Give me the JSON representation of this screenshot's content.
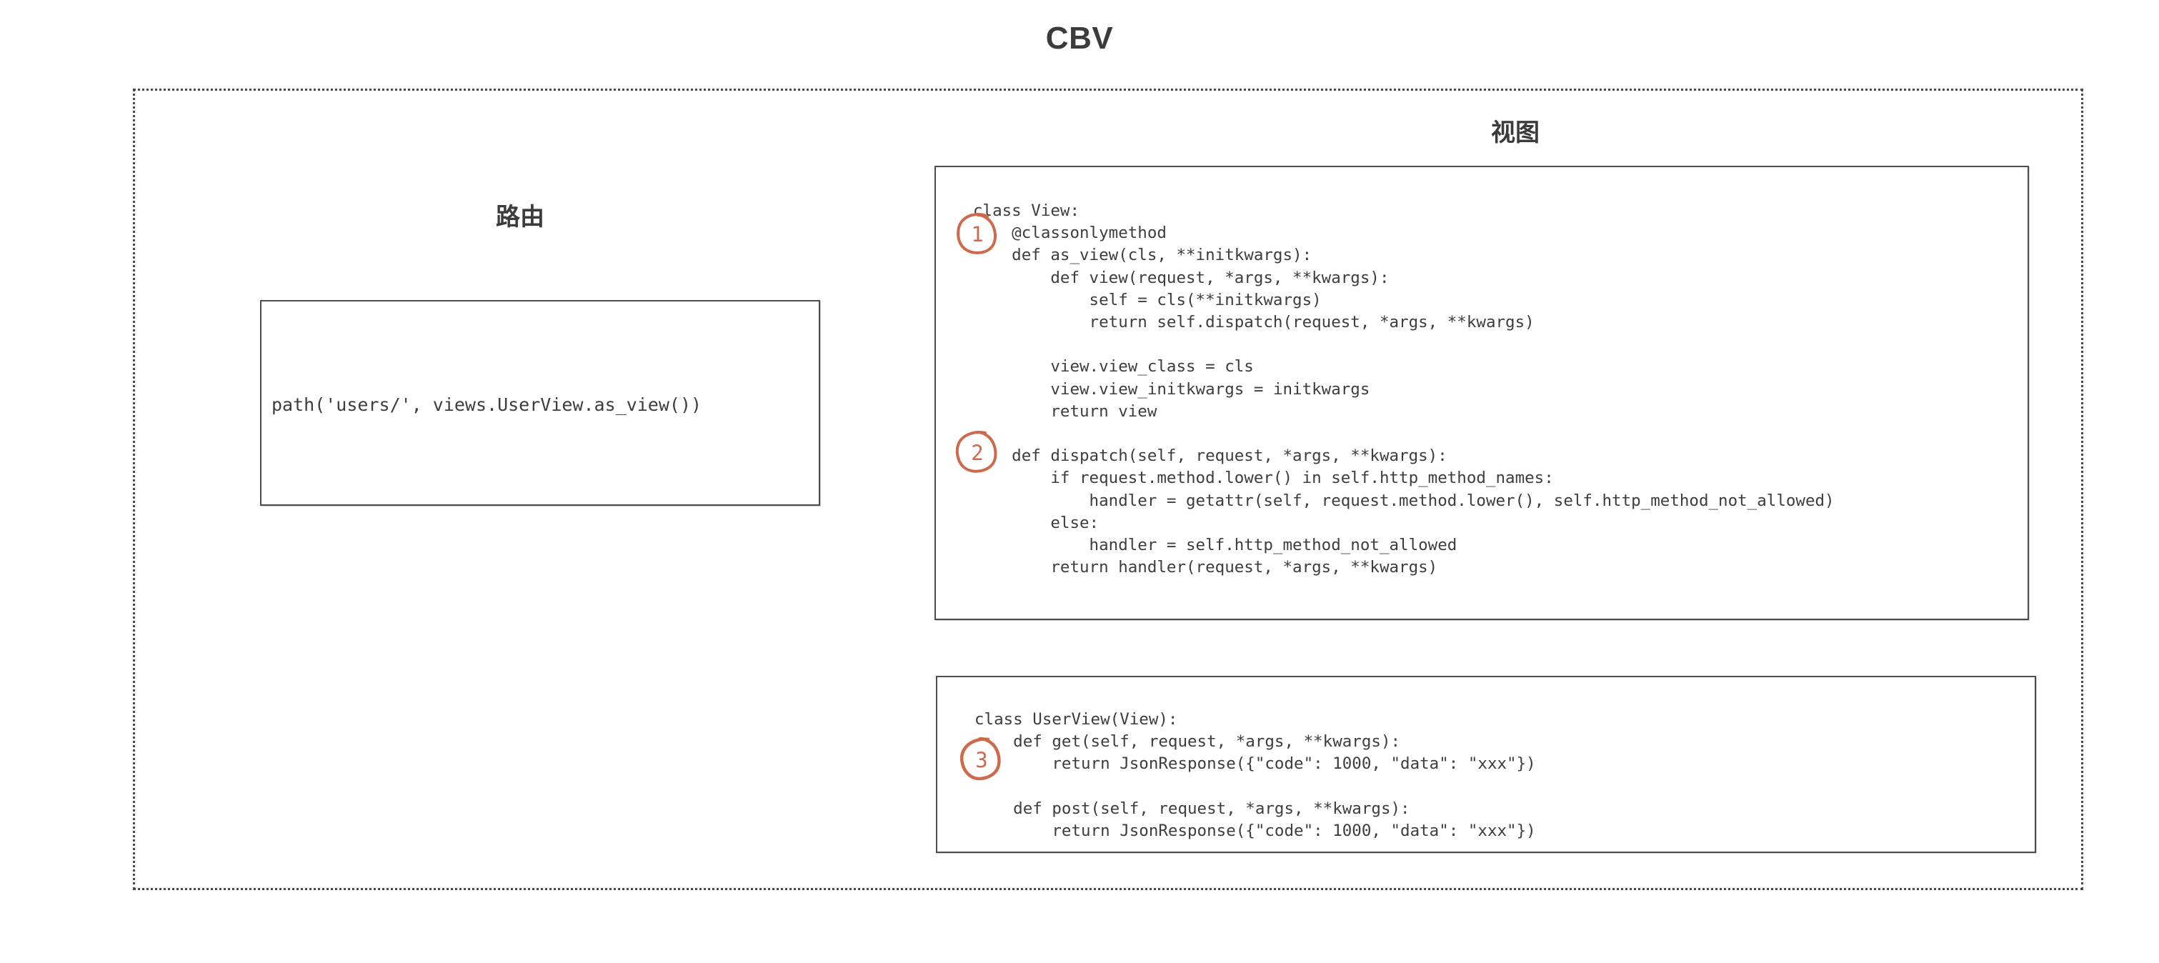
{
  "title": "CBV",
  "colors": {
    "text": "#3b3b3b",
    "code_text": "#3d3d3d",
    "marker_accent": "#cd6a4c",
    "box_border": "#4d4d4d",
    "frame_border": "#4a4a4a",
    "background": "#ffffff"
  },
  "sections": {
    "route": {
      "heading": "路由",
      "code": "path('users/', views.UserView.as_view())"
    },
    "view": {
      "heading": "视图",
      "base_class_code": "class View:\n    @classonlymethod\n    def as_view(cls, **initkwargs):\n        def view(request, *args, **kwargs):\n            self = cls(**initkwargs)\n            return self.dispatch(request, *args, **kwargs)\n\n        view.view_class = cls\n        view.view_initkwargs = initkwargs\n        return view\n\n    def dispatch(self, request, *args, **kwargs):\n        if request.method.lower() in self.http_method_names:\n            handler = getattr(self, request.method.lower(), self.http_method_not_allowed)\n        else:\n            handler = self.http_method_not_allowed\n        return handler(request, *args, **kwargs)",
      "subclass_code": "class UserView(View):\n    def get(self, request, *args, **kwargs):\n        return JsonResponse({\"code\": 1000, \"data\": \"xxx\"})\n\n    def post(self, request, *args, **kwargs):\n        return JsonResponse({\"code\": 1000, \"data\": \"xxx\"})"
    }
  },
  "markers": [
    {
      "label": "1",
      "name": "step-marker-1"
    },
    {
      "label": "2",
      "name": "step-marker-2"
    },
    {
      "label": "3",
      "name": "step-marker-3"
    }
  ]
}
